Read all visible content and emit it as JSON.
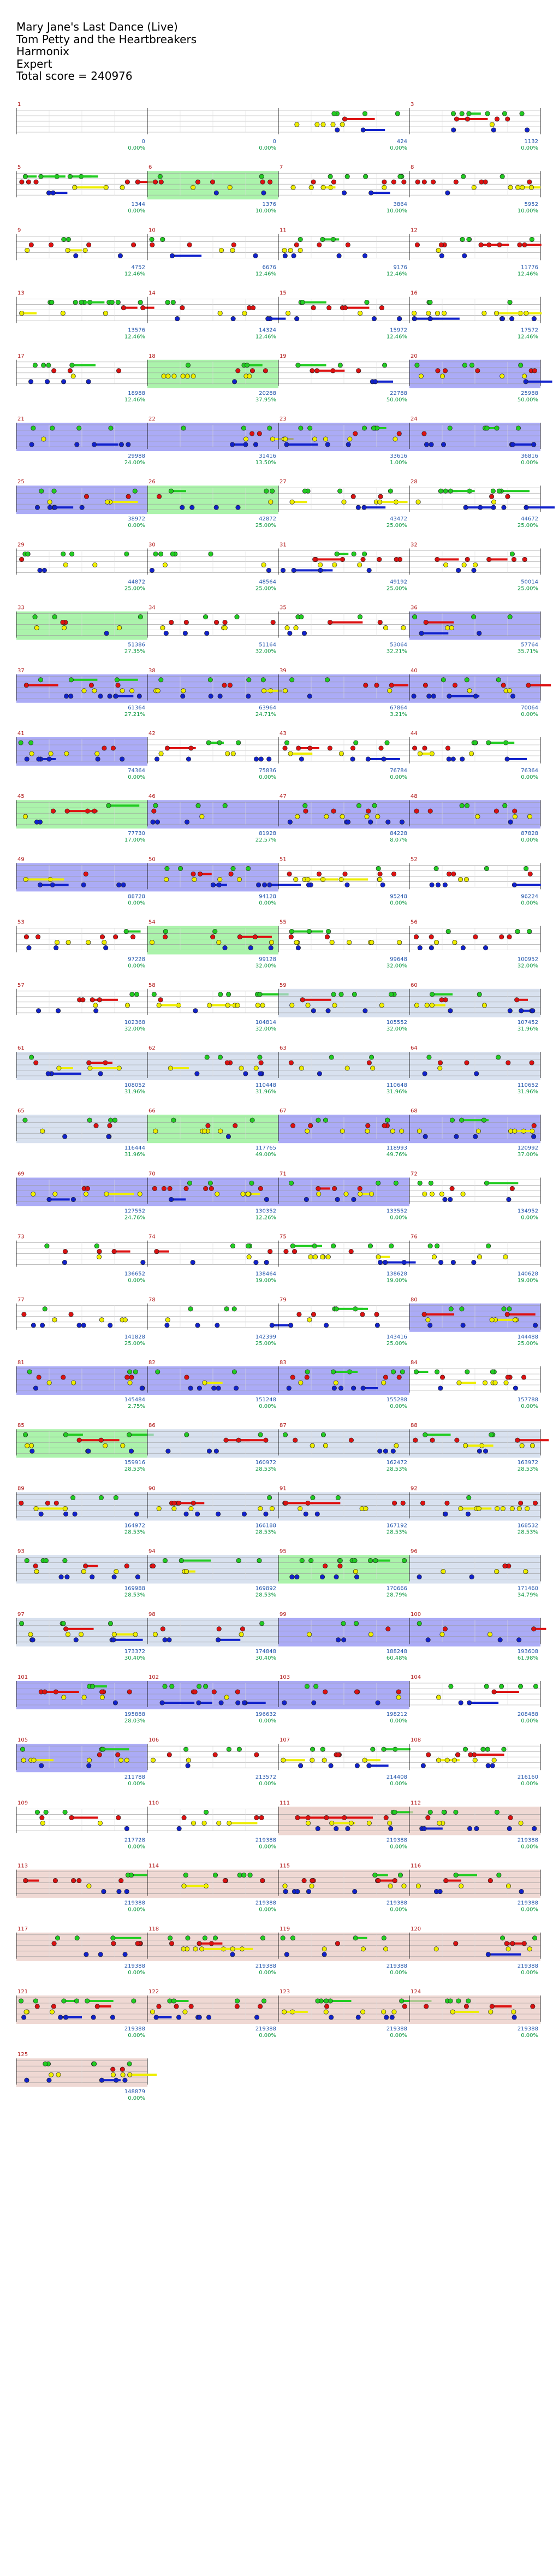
{
  "header": {
    "song": "Mary Jane's Last Dance (Live)",
    "artist": "Tom Petty and the Heartbreakers",
    "game": "Harmonix",
    "difficulty": "Expert",
    "total": "Total score = 240976"
  },
  "colors": {
    "green": "#22cc22",
    "red": "#dd1111",
    "yellow": "#eeee00",
    "blue": "#1122cc",
    "orange": "#ff9900",
    "star_power": "#88ee88",
    "overdrive": "#6666ee",
    "solo": "#c8d4e8",
    "coda": "#e8c8c0"
  },
  "chart_data": {
    "type": "table",
    "rows": [
      {
        "measures": [
          "1",
          "",
          "",
          "3"
        ],
        "scores": [
          "0",
          "0",
          "424",
          "1132"
        ],
        "pcts": [
          "0.00%",
          "0.00%",
          "0.00%",
          "0.00%"
        ],
        "fill": [
          "",
          "",
          "",
          ""
        ]
      },
      {
        "measures": [
          "5",
          "6",
          "7",
          "8"
        ],
        "scores": [
          "1344",
          "1376",
          "3864",
          "5952"
        ],
        "pcts": [
          "0.00%",
          "10.00%",
          "10.00%",
          "10.00%"
        ],
        "fill": [
          "",
          "sp",
          "",
          ""
        ]
      },
      {
        "measures": [
          "9",
          "10",
          "11",
          "12"
        ],
        "scores": [
          "4752",
          "6676",
          "9176",
          "11776"
        ],
        "pcts": [
          "12.46%",
          "12.46%",
          "12.46%",
          "12.46%"
        ],
        "fill": [
          "",
          "",
          "",
          ""
        ]
      },
      {
        "measures": [
          "13",
          "14",
          "15",
          "16"
        ],
        "scores": [
          "13576",
          "14324",
          "15972",
          "17572"
        ],
        "pcts": [
          "12.46%",
          "12.46%",
          "12.46%",
          "12.46%"
        ],
        "fill": [
          "",
          "",
          "",
          ""
        ]
      },
      {
        "measures": [
          "17",
          "18",
          "19",
          "20"
        ],
        "scores": [
          "18988",
          "20288",
          "22788",
          "25988"
        ],
        "pcts": [
          "12.46%",
          "37.95%",
          "50.00%",
          "50.00%"
        ],
        "fill": [
          "",
          "sp",
          "",
          "od"
        ]
      },
      {
        "measures": [
          "21",
          "22",
          "23",
          "24"
        ],
        "scores": [
          "29988",
          "31416",
          "33616",
          "36816"
        ],
        "pcts": [
          "24.00%",
          "13.50%",
          "1.00%",
          "0.00%"
        ],
        "fill": [
          "od",
          "od",
          "od",
          "od"
        ]
      },
      {
        "measures": [
          "25",
          "26",
          "27",
          "28"
        ],
        "scores": [
          "38972",
          "42872",
          "43472",
          "44672"
        ],
        "pcts": [
          "0.00%",
          "25.00%",
          "25.00%",
          "25.00%"
        ],
        "fill": [
          "od",
          "sp",
          "",
          ""
        ]
      },
      {
        "measures": [
          "29",
          "30",
          "31",
          "32"
        ],
        "scores": [
          "44872",
          "48564",
          "49192",
          "50014"
        ],
        "pcts": [
          "25.00%",
          "25.00%",
          "25.00%",
          "25.00%"
        ],
        "fill": [
          "",
          "",
          "",
          ""
        ]
      },
      {
        "measures": [
          "33",
          "34",
          "35",
          "36"
        ],
        "scores": [
          "51386",
          "51164",
          "53064",
          "57764"
        ],
        "pcts": [
          "27.35%",
          "32.00%",
          "32.21%",
          "35.71%"
        ],
        "fill": [
          "sp",
          "",
          "",
          "od"
        ]
      },
      {
        "measures": [
          "37",
          "38",
          "39",
          "40"
        ],
        "scores": [
          "61364",
          "63964",
          "67864",
          "70064"
        ],
        "pcts": [
          "27.21%",
          "24.71%",
          "3.21%",
          "0.00%"
        ],
        "fill": [
          "od",
          "od",
          "od",
          "od"
        ]
      },
      {
        "measures": [
          "41",
          "42",
          "43",
          "44"
        ],
        "scores": [
          "74364",
          "75836",
          "76784",
          "76364"
        ],
        "pcts": [
          "0.00%",
          "0.00%",
          "0.00%",
          "0.00%"
        ],
        "fill": [
          "od",
          "",
          "",
          ""
        ]
      },
      {
        "measures": [
          "45",
          "46",
          "47",
          "48"
        ],
        "scores": [
          "77730",
          "81928",
          "84228",
          "87828"
        ],
        "pcts": [
          "17.00%",
          "22.57%",
          "8.07%",
          "0.00%"
        ],
        "fill": [
          "sp",
          "od",
          "od",
          "od"
        ]
      },
      {
        "measures": [
          "49",
          "50",
          "51",
          "52"
        ],
        "scores": [
          "88728",
          "94128",
          "95248",
          "96224"
        ],
        "pcts": [
          "0.00%",
          "0.00%",
          "0.00%",
          "0.00%"
        ],
        "fill": [
          "od",
          "od",
          "",
          ""
        ]
      },
      {
        "measures": [
          "53",
          "54",
          "55",
          "56"
        ],
        "scores": [
          "97228",
          "99128",
          "99648",
          "100952"
        ],
        "pcts": [
          "0.00%",
          "32.00%",
          "32.00%",
          "32.00%"
        ],
        "fill": [
          "",
          "sp",
          "",
          ""
        ]
      },
      {
        "measures": [
          "57",
          "58",
          "59",
          "60"
        ],
        "scores": [
          "102368",
          "104814",
          "105552",
          "107452"
        ],
        "pcts": [
          "32.00%",
          "32.00%",
          "32.00%",
          "31.96%"
        ],
        "fill": [
          "",
          "",
          "solo",
          "solo"
        ]
      },
      {
        "measures": [
          "61",
          "62",
          "63",
          "64"
        ],
        "scores": [
          "108052",
          "110448",
          "110648",
          "110652"
        ],
        "pcts": [
          "31.96%",
          "31.96%",
          "31.96%",
          "31.96%"
        ],
        "fill": [
          "solo",
          "solo",
          "solo",
          "solo"
        ]
      },
      {
        "measures": [
          "65",
          "66",
          "67",
          "68"
        ],
        "scores": [
          "116444",
          "117765",
          "118993",
          "120992"
        ],
        "pcts": [
          "31.96%",
          "49.00%",
          "49.76%",
          "37.00%"
        ],
        "fill": [
          "solo",
          "sp",
          "od",
          "od"
        ]
      },
      {
        "measures": [
          "69",
          "70",
          "71",
          "72"
        ],
        "scores": [
          "127552",
          "130352",
          "133552",
          "134952"
        ],
        "pcts": [
          "24.76%",
          "12.26%",
          "0.00%",
          "0.00%"
        ],
        "fill": [
          "od",
          "od",
          "od",
          ""
        ]
      },
      {
        "measures": [
          "73",
          "74",
          "75",
          "76"
        ],
        "scores": [
          "136652",
          "138464",
          "138628",
          "140628"
        ],
        "pcts": [
          "0.00%",
          "19.00%",
          "19.00%",
          "19.00%"
        ],
        "fill": [
          "",
          "",
          "",
          ""
        ]
      },
      {
        "measures": [
          "77",
          "78",
          "79",
          "80"
        ],
        "scores": [
          "141828",
          "142399",
          "143416",
          "144488"
        ],
        "pcts": [
          "25.00%",
          "25.00%",
          "25.00%",
          "25.00%"
        ],
        "fill": [
          "",
          "",
          "",
          "od"
        ]
      },
      {
        "measures": [
          "81",
          "82",
          "83",
          "84"
        ],
        "scores": [
          "145484",
          "151248",
          "155288",
          "157788"
        ],
        "pcts": [
          "2.75%",
          "0.00%",
          "0.00%",
          "0.00%"
        ],
        "fill": [
          "od",
          "od",
          "od",
          ""
        ]
      },
      {
        "measures": [
          "85",
          "86",
          "87",
          "88"
        ],
        "scores": [
          "159916",
          "160972",
          "162472",
          "163972"
        ],
        "pcts": [
          "28.53%",
          "28.53%",
          "28.53%",
          "28.53%"
        ],
        "fill": [
          "sp",
          "solo",
          "solo",
          "solo"
        ]
      },
      {
        "measures": [
          "89",
          "90",
          "91",
          "92"
        ],
        "scores": [
          "164972",
          "166188",
          "167192",
          "168532"
        ],
        "pcts": [
          "28.53%",
          "28.53%",
          "28.53%",
          "28.53%"
        ],
        "fill": [
          "solo",
          "solo",
          "solo",
          "solo"
        ]
      },
      {
        "measures": [
          "93",
          "94",
          "95",
          "96"
        ],
        "scores": [
          "169988",
          "169892",
          "170666",
          "171460"
        ],
        "pcts": [
          "28.53%",
          "28.53%",
          "28.79%",
          "34.79%"
        ],
        "fill": [
          "solo",
          "solo",
          "sp",
          "solo"
        ]
      },
      {
        "measures": [
          "97",
          "98",
          "99",
          "100"
        ],
        "scores": [
          "173372",
          "174848",
          "188248",
          "193608"
        ],
        "pcts": [
          "30.40%",
          "30.40%",
          "60.48%",
          "61.98%"
        ],
        "fill": [
          "solo",
          "solo",
          "od",
          "od"
        ]
      },
      {
        "measures": [
          "101",
          "102",
          "103",
          "104"
        ],
        "scores": [
          "195888",
          "196632",
          "198212",
          "208488"
        ],
        "pcts": [
          "28.03%",
          "0.00%",
          "0.00%",
          "0.00%"
        ],
        "fill": [
          "od",
          "od",
          "od",
          ""
        ]
      },
      {
        "measures": [
          "105",
          "106",
          "107",
          "108"
        ],
        "scores": [
          "211788",
          "213572",
          "214408",
          "216160"
        ],
        "pcts": [
          "0.00%",
          "0.00%",
          "0.00%",
          "0.00%"
        ],
        "fill": [
          "od",
          "",
          "",
          ""
        ]
      },
      {
        "measures": [
          "109",
          "110",
          "111",
          "112"
        ],
        "scores": [
          "217728",
          "219388",
          "219388",
          "219388"
        ],
        "pcts": [
          "0.00%",
          "0.00%",
          "0.00%",
          "0.00%"
        ],
        "fill": [
          "",
          "",
          "coda",
          "coda"
        ]
      },
      {
        "measures": [
          "113",
          "114",
          "115",
          "116"
        ],
        "scores": [
          "219388",
          "219388",
          "219388",
          "219388"
        ],
        "pcts": [
          "0.00%",
          "0.00%",
          "0.00%",
          "0.00%"
        ],
        "fill": [
          "coda",
          "coda",
          "coda",
          "coda"
        ]
      },
      {
        "measures": [
          "117",
          "118",
          "119",
          "120"
        ],
        "scores": [
          "219388",
          "219388",
          "219388",
          "219388"
        ],
        "pcts": [
          "0.00%",
          "0.00%",
          "0.00%",
          "0.00%"
        ],
        "fill": [
          "coda",
          "coda",
          "coda",
          "coda"
        ]
      },
      {
        "measures": [
          "121",
          "122",
          "123",
          "124"
        ],
        "scores": [
          "219388",
          "219388",
          "219388",
          "219388"
        ],
        "pcts": [
          "0.00%",
          "0.00%",
          "0.00%",
          "0.00%"
        ],
        "fill": [
          "coda",
          "coda",
          "coda",
          "coda"
        ]
      },
      {
        "measures": [
          "125"
        ],
        "scores": [
          "148879"
        ],
        "pcts": [
          "0.00%"
        ],
        "fill": [
          "coda"
        ]
      }
    ]
  }
}
